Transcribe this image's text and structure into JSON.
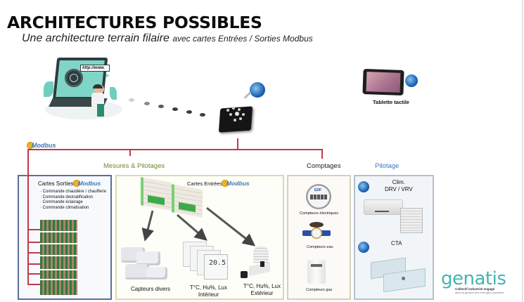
{
  "header": {
    "title": "ARCHITECTURES POSSIBLES",
    "subtitle_main": "Une architecture terrain filaire",
    "subtitle_detail": "avec cartes Entrées / Sorties Modbus"
  },
  "top": {
    "browser_text": "http://www.",
    "tablet_label": "Tablette tactile",
    "modbus_badge": "Modbus"
  },
  "sections": {
    "mesures": "Mesures & Pilotages",
    "comptages": "Comptages",
    "pilotage": "Pilotage"
  },
  "sorties": {
    "title": "Cartes Sorties",
    "modbus": "Modbus",
    "items": [
      "Commande chaudière / chaufferie",
      "Commande destratification",
      "Commande éclairage",
      "Commande climatisation"
    ]
  },
  "entrees": {
    "title": "Cartes Entrées",
    "modbus": "Modbus",
    "capteurs": "Capteurs divers",
    "interieur_line1": "T°C, Hu%, Lux",
    "interieur_line2": "Intérieur",
    "exterieur_line1": "T°C, Hu%, Lux",
    "exterieur_line2": "Extérieur",
    "thermostat_display": "20.5"
  },
  "comptages": {
    "electrique": "Compteurs électriques",
    "edf_logo": "EDF",
    "eau": "Compteurs eau",
    "gaz": "Compteurs gaz"
  },
  "pilotage": {
    "clim_line1": "Clim.",
    "clim_line2": "DRV / VRV",
    "cta": "CTA"
  },
  "logo": {
    "name": "genatis",
    "tagline1": "Collectif industriel engagé",
    "tagline2": "dans la gestion des énergies naturelles"
  },
  "colors": {
    "bus": "#c0394a",
    "mesures_label": "#6a8a2a",
    "pilotage_label": "#3a78c0",
    "brand": "#3fb6b0"
  }
}
